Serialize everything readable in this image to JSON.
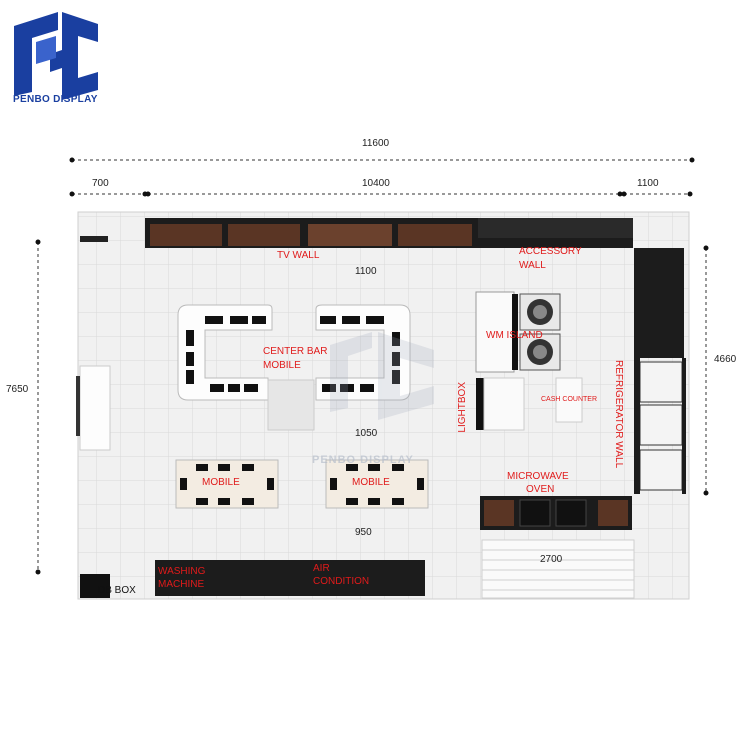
{
  "brand": {
    "name": "PENBO DISPLAY",
    "watermark": "PENBO DISPLAY",
    "color": "#1a3fa0"
  },
  "dimensions": {
    "total_width": "11600",
    "left_segment": "700",
    "middle_segment": "10400",
    "right_segment": "1100",
    "total_depth": "7650",
    "right_depth": "4660",
    "tv_to_center": "1100",
    "center_to_mobile": "1050",
    "mobile_to_wall": "950",
    "microwave_width": "2700"
  },
  "zones": {
    "tv_wall": "TV WALL",
    "accessory_wall_line1": "ACCESSORY",
    "accessory_wall_line2": "WALL",
    "wm_island": "WM  ISLAND",
    "center_bar_line1": "CENTER BAR",
    "center_bar_line2": "MOBILE",
    "lightbox": "LIGHTBOX",
    "cash_counter": "CASH COUNTER",
    "refrigerator_wall": "REFRIGERATOR WALL",
    "mobile_left": "MOBILE",
    "mobile_right": "MOBILE",
    "microwave_line1": "MICROWAVE",
    "microwave_line2": "OVEN",
    "washing_line1": "WASHING",
    "washing_line2": "MACHINE",
    "air_line1": "AIR",
    "air_line2": "CONDITION",
    "db_box": "DB BOX"
  },
  "colors": {
    "label": "#e01b1b",
    "floor_tile": "#f1f1f1",
    "dark_fixture": "#1e1e1e",
    "wood": "#5a3524"
  }
}
